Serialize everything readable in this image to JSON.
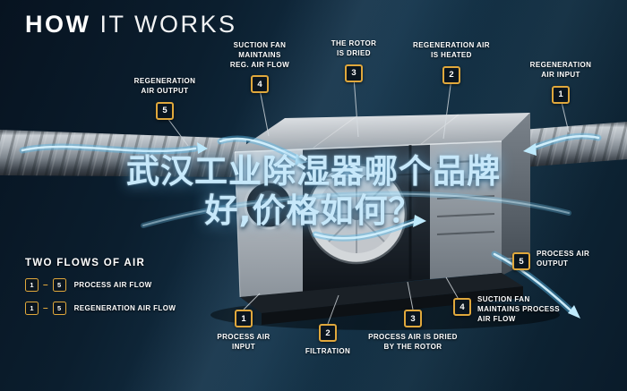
{
  "title": {
    "part1": "HOW",
    "part2": "IT WORKS"
  },
  "overlay": {
    "line1": "武汉工业除湿器哪个品牌",
    "line2": "好,价格如何？"
  },
  "callouts": {
    "regen": [
      {
        "num": "5",
        "label": "REGENERATION\nAIR OUTPUT"
      },
      {
        "num": "4",
        "label": "SUCTION FAN\nMAINTAINS\nREG. AIR FLOW"
      },
      {
        "num": "3",
        "label": "THE ROTOR\nIS DRIED"
      },
      {
        "num": "2",
        "label": "REGENERATION AIR\nIS HEATED"
      },
      {
        "num": "1",
        "label": "REGENERATION\nAIR INPUT"
      }
    ],
    "process": [
      {
        "num": "1",
        "label": "PROCESS AIR\nINPUT"
      },
      {
        "num": "2",
        "label": "FILTRATION"
      },
      {
        "num": "3",
        "label": "PROCESS AIR IS DRIED\nBY THE ROTOR"
      },
      {
        "num": "4",
        "label": "SUCTION FAN\nMAINTAINS PROCESS\nAIR FLOW"
      },
      {
        "num": "5",
        "label": "PROCESS AIR\nOUTPUT"
      }
    ]
  },
  "legend": {
    "title": "TWO FLOWS OF AIR",
    "separator": "–",
    "rows": [
      {
        "start": "1",
        "end": "5",
        "label": "PROCESS AIR FLOW"
      },
      {
        "start": "1",
        "end": "5",
        "label": "REGENERATION AIR FLOW"
      }
    ]
  },
  "colors": {
    "background": "#0d1f2d",
    "badge_border": "#e0a83c",
    "airflow_blue": "#8fd9f8",
    "text": "#ffffff",
    "overlay_text": "#c7e8fa"
  }
}
